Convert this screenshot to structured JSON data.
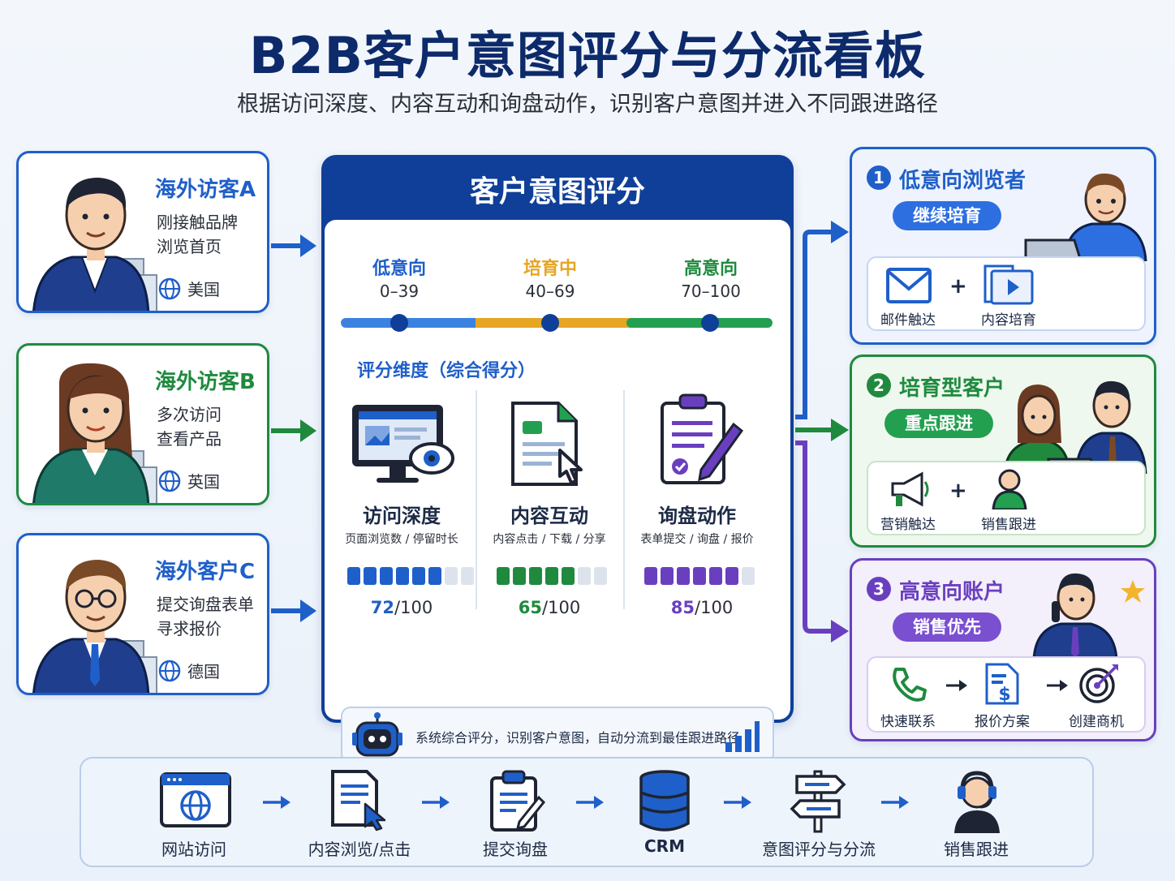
{
  "header": {
    "title": "B2B客户意图评分与分流看板",
    "subtitle": "根据访问深度、内容互动和询盘动作，识别客户意图并进入不同跟进路径"
  },
  "colors": {
    "blue": "#1f5fc9",
    "green": "#1f8a3e",
    "purple": "#6a3fbf",
    "orange": "#e6a623",
    "navy": "#0f3f98"
  },
  "visitors": [
    {
      "name": "海外访客A",
      "desc_line1": "刚接触品牌",
      "desc_line2": "浏览首页",
      "country": "美国",
      "icon": "businessman-avatar"
    },
    {
      "name": "海外访客B",
      "desc_line1": "多次访问",
      "desc_line2": "查看产品",
      "country": "英国",
      "icon": "businesswoman-avatar"
    },
    {
      "name": "海外客户C",
      "desc_line1": "提交询盘表单",
      "desc_line2": "寻求报价",
      "country": "德国",
      "icon": "businessman-glasses-avatar"
    }
  ],
  "center": {
    "title": "客户意图评分",
    "segments": [
      {
        "name": "低意向",
        "range": "0–39"
      },
      {
        "name": "培育中",
        "range": "40–69"
      },
      {
        "name": "高意向",
        "range": "70–100"
      }
    ],
    "dimensions_title": "评分维度（综合得分）",
    "dimensions": [
      {
        "title": "访问深度",
        "sub": "页面浏览数 / 停留时长",
        "score": "72",
        "max": "/100",
        "filled": 6,
        "total": 8,
        "icon": "monitor-eye-icon"
      },
      {
        "title": "内容互动",
        "sub": "内容点击 / 下载 / 分享",
        "score": "65",
        "max": "/100",
        "filled": 5,
        "total": 7,
        "icon": "document-click-icon"
      },
      {
        "title": "询盘动作",
        "sub": "表单提交 / 询盘 / 报价",
        "score": "85",
        "max": "/100",
        "filled": 6,
        "total": 7,
        "icon": "clipboard-pen-icon"
      }
    ],
    "summary": "系统综合评分，识别客户意图，自动分流到最佳跟进路径"
  },
  "results": [
    {
      "num": "1",
      "title": "低意向浏览者",
      "pill": "继续培育",
      "item1": "邮件触达",
      "op": "+",
      "item2": "内容培育"
    },
    {
      "num": "2",
      "title": "培育型客户",
      "pill": "重点跟进",
      "item1": "营销触达",
      "op": "+",
      "item2": "销售跟进"
    },
    {
      "num": "3",
      "title": "高意向账户",
      "pill": "销售优先",
      "item1": "快速联系",
      "item2": "报价方案",
      "item3": "创建商机"
    }
  ],
  "pipeline": [
    {
      "label": "网站访问",
      "icon": "browser-globe-icon"
    },
    {
      "label": "内容浏览/点击",
      "icon": "document-cursor-icon"
    },
    {
      "label": "提交询盘",
      "icon": "clipboard-form-icon"
    },
    {
      "label": "CRM",
      "icon": "database-icon"
    },
    {
      "label": "意图评分与分流",
      "icon": "signpost-icon"
    },
    {
      "label": "销售跟进",
      "icon": "headset-agent-icon"
    }
  ]
}
